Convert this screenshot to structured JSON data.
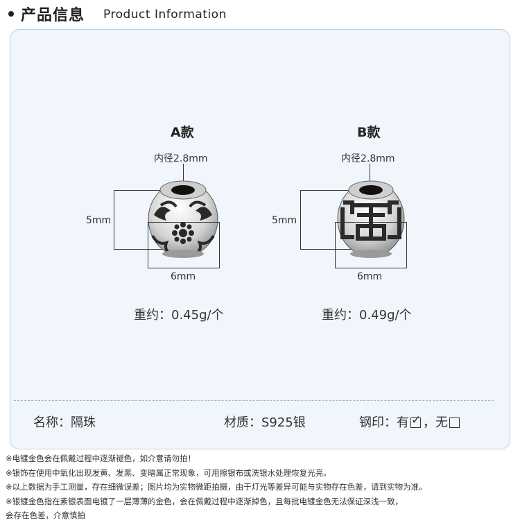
{
  "header": {
    "title_cn": "产品信息",
    "title_en": "Product Information"
  },
  "variants": [
    {
      "label": "A款",
      "inner_diameter": "内径2.8mm",
      "height": "5mm",
      "width": "6mm",
      "weight": "重约：0.45g/个",
      "pattern": "floral"
    },
    {
      "label": "B款",
      "inner_diameter": "内径2.8mm",
      "height": "5mm",
      "width": "6mm",
      "weight": "重约：0.49g/个",
      "pattern": "geometric"
    }
  ],
  "info": {
    "name": "名称：隔珠",
    "material": "材质：S925银",
    "stamp_prefix": "钢印：有",
    "stamp_middle": "，无",
    "stamp_yes_checked": true,
    "stamp_no_checked": false
  },
  "notes": [
    "※电镀金色会在佩戴过程中逐渐褪色，如介意请勿拍！",
    "※银饰在使用中氧化出现发黄、发黑、变暗属正常现象，可用擦银布或洗银水处理恢复光亮。",
    "※以上数据为手工测量，存在细微误差；图片均为实物微距拍摄，由于灯光等差异可能与实物存在色差，请到实物为准。",
    "※银镀金色指在素银表面电镀了一层薄薄的金色，会在佩戴过程中逐渐掉色，且每批电镀金色无法保证深浅一致，",
    "会存在色差，介意慎拍"
  ],
  "colors": {
    "panel_bg": "#f0f6fb",
    "panel_border": "#b9d3e6",
    "silver": "#d9d9d9",
    "oxidized": "#2a2a2a"
  }
}
